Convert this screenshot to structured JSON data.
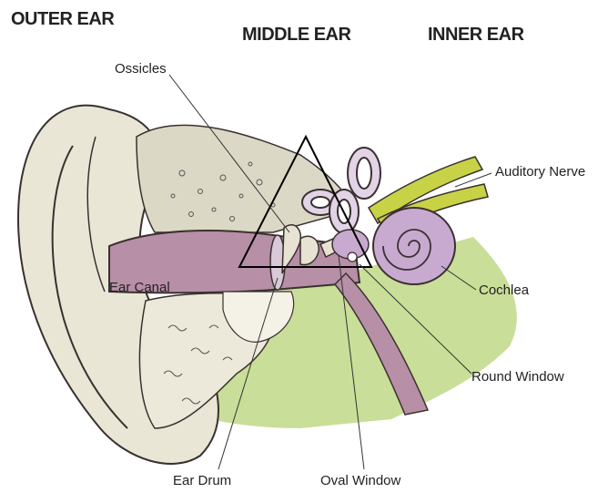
{
  "headers": {
    "outer": "OUTER EAR",
    "middle": "MIDDLE EAR",
    "inner": "INNER EAR"
  },
  "labels": {
    "ossicles": "Ossicles",
    "auditory_nerve": "Auditory Nerve",
    "ear_canal": "Ear Canal",
    "cochlea": "Cochlea",
    "round_window": "Round Window",
    "ear_drum": "Ear Drum",
    "oval_window": "Oval Window"
  },
  "colors": {
    "outer_ear": "#e9e6d6",
    "tissue": "#d8d4c2",
    "canal": "#b78fa6",
    "inner_ear": "#c8aad0",
    "green_tissue": "#c9de98",
    "nerve": "#c8d246",
    "outline": "#3a3030"
  }
}
